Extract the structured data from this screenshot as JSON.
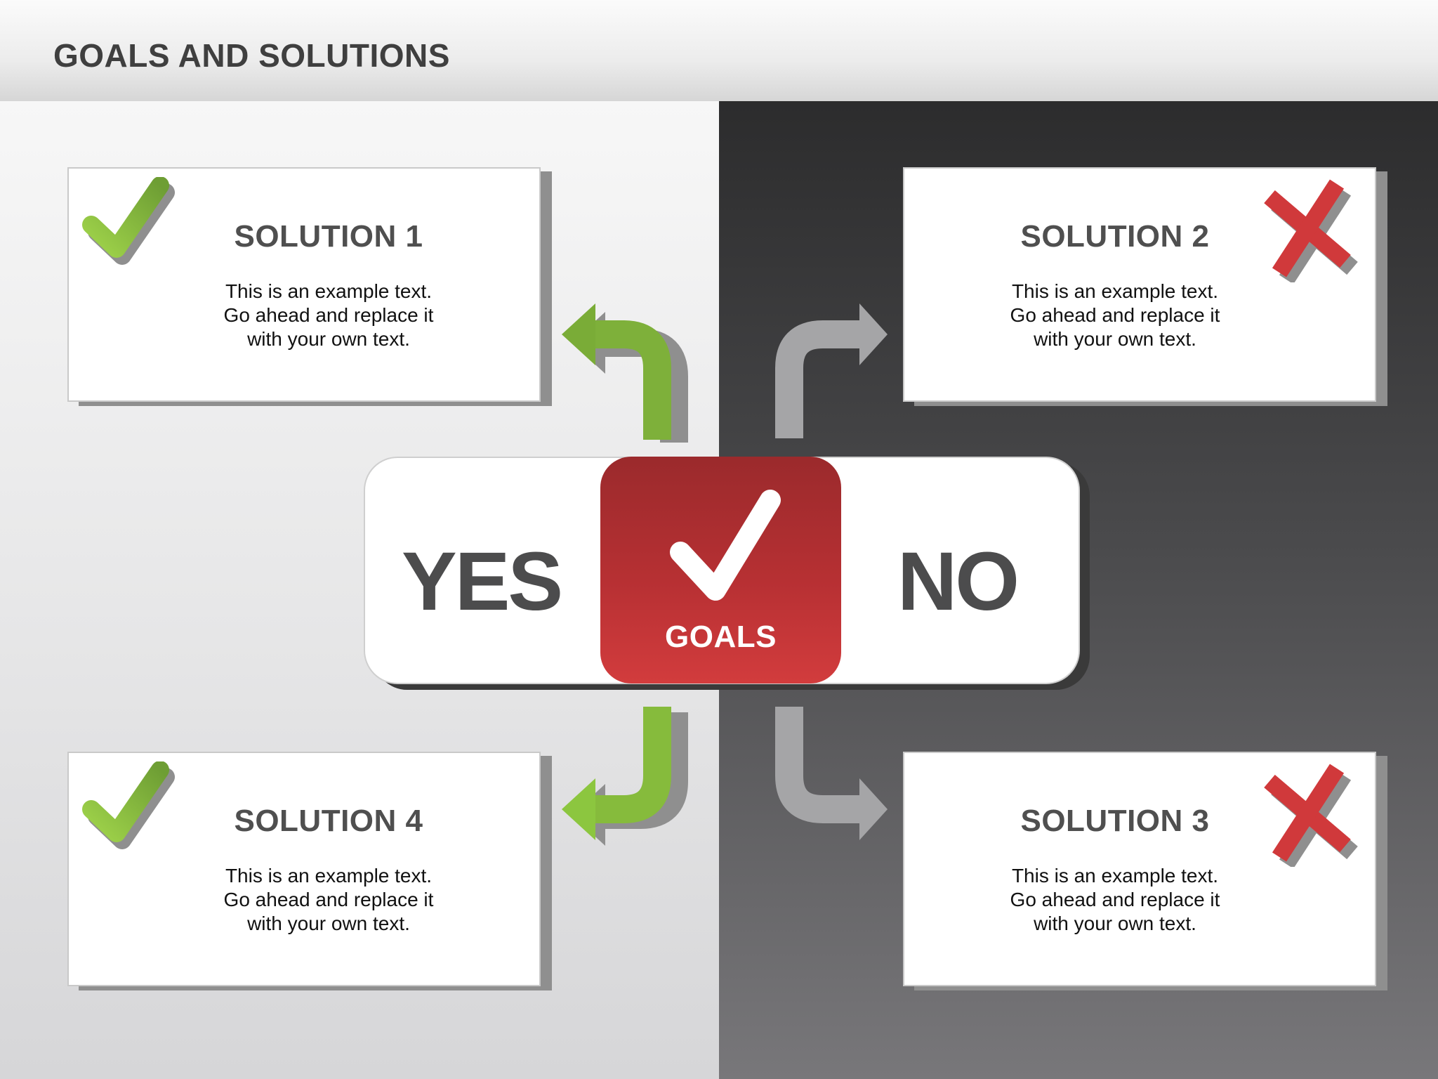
{
  "header": {
    "title": "GOALS AND SOLUTIONS"
  },
  "center": {
    "yes_label": "YES",
    "no_label": "NO",
    "goals_label": "GOALS"
  },
  "solutions": [
    {
      "title": "SOLUTION 1",
      "text": "This is an example text.\nGo ahead and replace it\nwith your own text.",
      "status": "check"
    },
    {
      "title": "SOLUTION 2",
      "text": "This is an example text.\nGo ahead and replace it\nwith your own text.",
      "status": "cross"
    },
    {
      "title": "SOLUTION 3",
      "text": "This is an example text.\nGo ahead and replace it\nwith your own text.",
      "status": "cross"
    },
    {
      "title": "SOLUTION 4",
      "text": "This is an example text.\nGo ahead and replace it\nwith your own text.",
      "status": "check"
    }
  ],
  "colors": {
    "check_green": "#8cc63f",
    "check_green_dark": "#6a9a2e",
    "cross_red": "#d0393b",
    "goal_red": "#b73033",
    "arrow_gray": "#a5a5a7",
    "text_dark": "#4f4f4f"
  },
  "icons": {
    "yes_card_icon": "check-icon",
    "no_card_icon": "cross-icon",
    "goal_icon": "white-check-icon"
  }
}
